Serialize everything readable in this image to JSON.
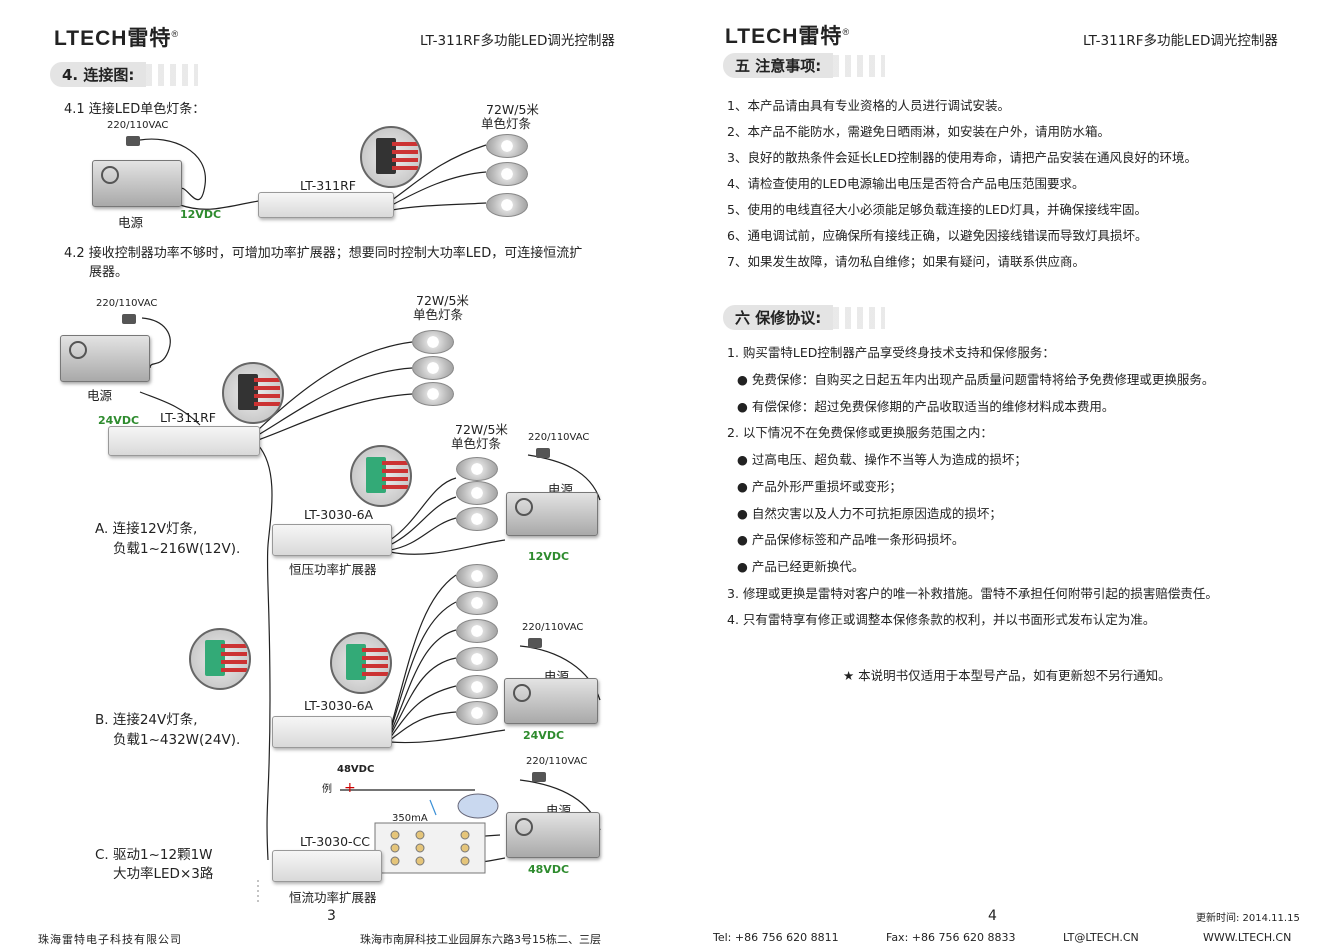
{
  "left": {
    "logo": "LTECH雷特",
    "reg": "®",
    "title": "LT-311RF多功能LED调光控制器",
    "section4": "4.  连接图:",
    "s41": "4.1  连接LED单色灯条：",
    "s42_line1": "4.2  接收控制器功率不够时，可增加功率扩展器；想要同时控制大功率LED，可连接恒流扩",
    "s42_line2": "展器。",
    "ac": "220/110VAC",
    "power": "电源",
    "v12": "12VDC",
    "v24": "24VDC",
    "v48": "48VDC",
    "controller": "LT-311RF",
    "strip72_1": "72W/5米",
    "strip72_2": "单色灯条",
    "amp6a": "LT-3030-6A",
    "ampcc": "LT-3030-CC",
    "cv_label": "恒压功率扩展器",
    "cc_label": "恒流功率扩展器",
    "a_line1": "A. 连接12V灯条,",
    "a_line2": "负载1~216W(12V).",
    "b_line1": "B. 连接24V灯条,",
    "b_line2": "负载1~432W(24V).",
    "c_line1": "C. 驱动1~12颗1W",
    "c_line2": "大功率LED×3路",
    "example": "例",
    "current": "350mA",
    "page_no": "3",
    "company": "珠海雷特电子科技有限公司",
    "address": "珠海市南屏科技工业园屏东六路3号15栋二、三层"
  },
  "right": {
    "logo": "LTECH雷特",
    "reg": "®",
    "title": "LT-311RF多功能LED调光控制器",
    "section5": "五  注意事项:",
    "notes": [
      "1、本产品请由具有专业资格的人员进行调试安装。",
      "2、本产品不能防水，需避免日晒雨淋，如安装在户外，请用防水箱。",
      "3、良好的散热条件会延长LED控制器的使用寿命，请把产品安装在通风良好的环境。",
      "4、请检查使用的LED电源输出电压是否符合产品电压范围要求。",
      "5、使用的电线直径大小必须能足够负载连接的LED灯具，并确保接线牢固。",
      "6、通电调试前，应确保所有接线正确，以避免因接线错误而导致灯具损坏。",
      "7、如果发生故障，请勿私自维修；如果有疑问，请联系供应商。"
    ],
    "section6": "六  保修协议:",
    "w1": "1. 购买雷特LED控制器产品享受终身技术支持和保修服务：",
    "w1_bullets": [
      "● 免费保修：自购买之日起五年内出现产品质量问题雷特将给予免费修理或更换服务。",
      "● 有偿保修：超过免费保修期的产品收取适当的维修材料成本费用。"
    ],
    "w2": "2. 以下情况不在免费保修或更换服务范围之内：",
    "w2_bullets": [
      "● 过高电压、超负载、操作不当等人为造成的损坏；",
      "● 产品外形严重损坏或变形；",
      "● 自然灾害以及人力不可抗拒原因造成的损坏；",
      "● 产品保修标签和产品唯一条形码损坏。",
      "● 产品已经更新换代。"
    ],
    "w3": "3. 修理或更换是雷特对客户的唯一补救措施。雷特不承担任何附带引起的损害赔偿责任。",
    "w4": "4. 只有雷特享有修正或调整本保修条款的权利，并以书面形式发布认定为准。",
    "notice": "★ 本说明书仅适用于本型号产品，如有更新恕不另行通知。",
    "page_no": "4",
    "update": "更新时间: 2014.11.15",
    "tel": "Tel: +86 756 620 8811",
    "fax": "Fax: +86 756 620 8833",
    "email": "LT@LTECH.CN",
    "web": "WWW.LTECH.CN"
  }
}
